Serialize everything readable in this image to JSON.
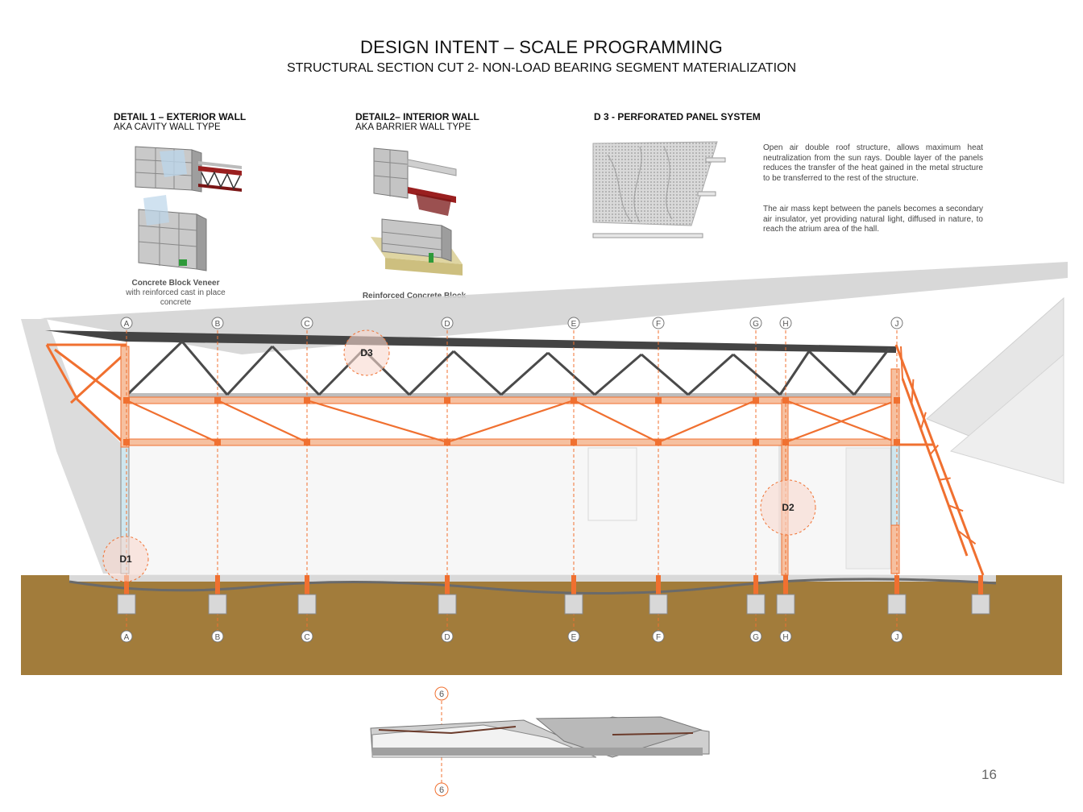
{
  "header": {
    "title": "DESIGN INTENT – SCALE PROGRAMMING",
    "subtitle": "STRUCTURAL SECTION CUT 2- NON-LOAD BEARING SEGMENT MATERIALIZATION"
  },
  "details": [
    {
      "heading": "DETAIL 1 – EXTERIOR WALL",
      "subheading": "AKA CAVITY WALL TYPE",
      "caption_bold": "Concrete Block Veneer",
      "caption": "with reinforced cast in place concrete"
    },
    {
      "heading": "DETAIL2– INTERIOR WALL",
      "subheading": "AKA BARRIER WALL TYPE",
      "caption_bold": "Reinforced Concrete Block",
      "caption": ""
    },
    {
      "heading": "D 3 - PERFORATED PANEL SYSTEM",
      "paragraph1": "Open air double roof structure, allows maximum heat neutralization from the sun rays. Double layer of the panels reduces the transfer of the heat gained in the metal structure to be transferred to the rest of the structure.",
      "paragraph2": "The air mass kept between the panels becomes a secondary air insulator, yet providing natural light, diffused in nature, to reach the atrium area of the hall."
    }
  ],
  "grid_labels": [
    "A",
    "B",
    "C",
    "D",
    "E",
    "F",
    "G",
    "H",
    "J"
  ],
  "callouts": [
    "D1",
    "D2",
    "D3"
  ],
  "section_marker": "6",
  "page_number": "16",
  "colors": {
    "orange": "#f07030",
    "light_orange": "#f6c0a0",
    "steel": "#555555",
    "soil": "#a8823f",
    "callout_fill": "#f8d9cf"
  }
}
